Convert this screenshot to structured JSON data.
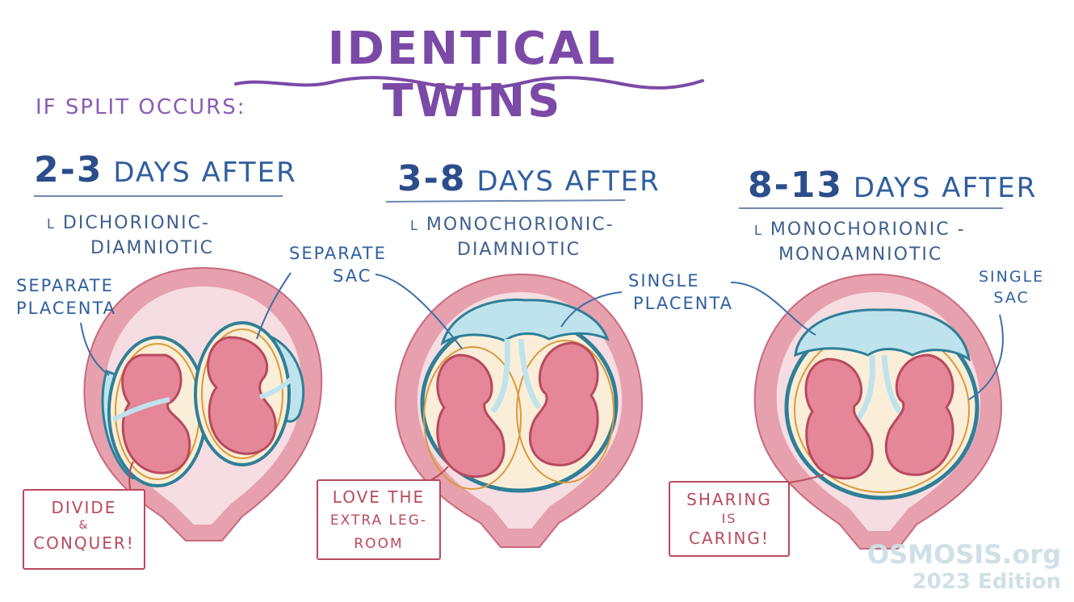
{
  "title": "IDENTICAL TWINS",
  "subheading": "IF SPLIT OCCURS:",
  "stages": [
    {
      "days_num": "2-3",
      "days_text": "DAYS AFTER",
      "type_line1": "DICHORIONIC-",
      "type_line2": "DIAMNIOTIC",
      "note_line1": "DIVIDE",
      "note_line2": "&",
      "note_line3": "CONQUER!"
    },
    {
      "days_num": "3-8",
      "days_text": "DAYS AFTER",
      "type_line1": "MONOCHORIONIC-",
      "type_line2": "DIAMNIOTIC",
      "note_line1": "LOVE THE",
      "note_line2": "EXTRA LEG-",
      "note_line3": "ROOM"
    },
    {
      "days_num": "8-13",
      "days_text": "DAYS AFTER",
      "type_line1": "MONOCHORIONIC -",
      "type_line2": "MONOAMNIOTIC",
      "note_line1": "SHARING",
      "note_line2": "IS",
      "note_line3": "CARING!"
    }
  ],
  "callouts": {
    "separate_placenta_1": "SEPARATE",
    "separate_placenta_2": "PLACENTA",
    "separate_sac_1": "SEPARATE",
    "separate_sac_2": "SAC",
    "single_placenta_1": "SINGLE",
    "single_placenta_2": "PLACENTA",
    "single_sac_1": "SINGLE",
    "single_sac_2": "SAC"
  },
  "brand": {
    "name": "OSMOSIS.org",
    "edition": "2023 Edition"
  },
  "colors": {
    "title": "#7b4aa6",
    "heading": "#2f5f9e",
    "uterus": "#e7a0ad",
    "fetus": "#d9667a",
    "membrane": "#2f7f97",
    "placenta": "#bfe3ec",
    "note": "#b84a5e"
  }
}
